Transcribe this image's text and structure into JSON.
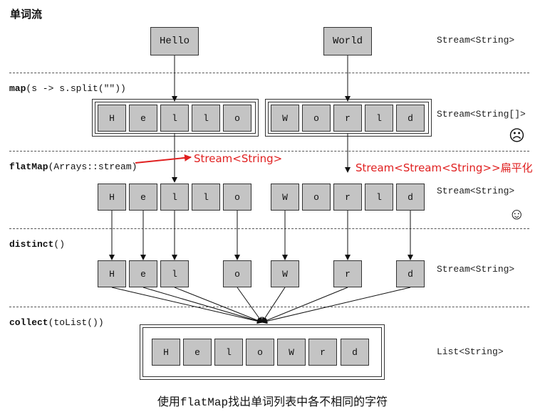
{
  "title": "单词流",
  "source_words": [
    "Hello",
    "World"
  ],
  "stages": {
    "map": {
      "name": "map",
      "args": "(s -> s.split(\"\"))"
    },
    "flatMap": {
      "name": "flatMap",
      "args": "(Arrays::stream)"
    },
    "distinct": {
      "name": "distinct",
      "args": "()"
    },
    "collect": {
      "name": "collect",
      "args": "(toList())"
    }
  },
  "types": {
    "source": "Stream<String>",
    "map": "Stream<String[]>",
    "flatMap": "Stream<String>",
    "distinct": "Stream<String>",
    "collect": "List<String>"
  },
  "annotations": {
    "stream_string": "Stream<String>",
    "flatten_note": "Stream<Stream<String>>扁平化"
  },
  "faces": {
    "sad": "☹",
    "happy": "☺"
  },
  "map_groups": [
    [
      "H",
      "e",
      "l",
      "l",
      "o"
    ],
    [
      "W",
      "o",
      "r",
      "l",
      "d"
    ]
  ],
  "flat_chars": [
    "H",
    "e",
    "l",
    "l",
    "o",
    "W",
    "o",
    "r",
    "l",
    "d"
  ],
  "distinct_chars": [
    "H",
    "e",
    "l",
    "o",
    "W",
    "r",
    "d"
  ],
  "result_chars": [
    "H",
    "e",
    "l",
    "o",
    "W",
    "r",
    "d"
  ],
  "caption": {
    "before": "使用",
    "code": "flatMap",
    "after": "找出单词列表中各不相同的字符"
  },
  "colors": {
    "box_fill": "#c4c4c4",
    "annotation": "#e02020"
  }
}
